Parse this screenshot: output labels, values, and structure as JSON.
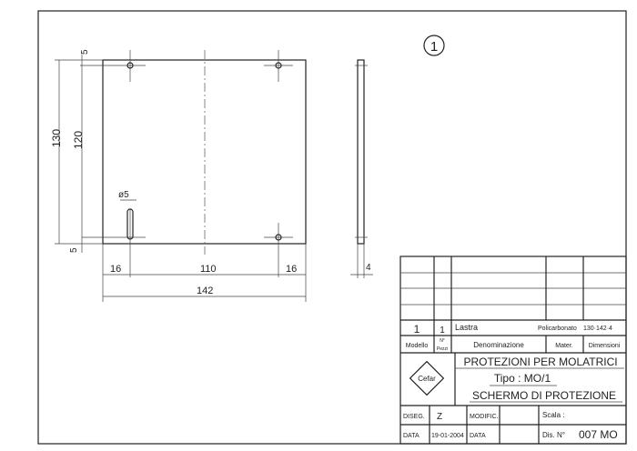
{
  "sheet": {
    "part_number": "1"
  },
  "dimensions": {
    "top_margin": "5",
    "overall_height": "130",
    "hole_spacing_v": "120",
    "bottom_margin": "5",
    "left_offset": "16",
    "hole_spacing_h": "110",
    "right_offset": "16",
    "overall_width": "142",
    "hole_diameter": "ø5",
    "thickness": "4"
  },
  "title_block": {
    "parts_row": {
      "model": "1",
      "qty": "1",
      "name": "Lastra",
      "material": "Policarbonato",
      "dimensions": "130·142·4"
    },
    "headers": {
      "model": "Modello",
      "qty_1": "N°",
      "qty_2": "Pezzi",
      "name": "Denominazione",
      "material": "Mater.",
      "dimensions": "Dimensioni"
    },
    "title_line1": "PROTEZIONI PER MOLATRICI",
    "title_line2": "Tipo : MO/1",
    "title_line3": "SCHERMO DI PROTEZIONE",
    "logo_text": "Cefar",
    "drawn_label": "DISEG.",
    "drawn_by": "Z",
    "modified_label": "MODIFIC.",
    "date_label": "DATA",
    "date_value": "19-01-2004",
    "date_label_2": "DATA",
    "scale_label": "Scala :",
    "drawing_no_label": "Dis. N°",
    "drawing_no": "007 MO"
  }
}
